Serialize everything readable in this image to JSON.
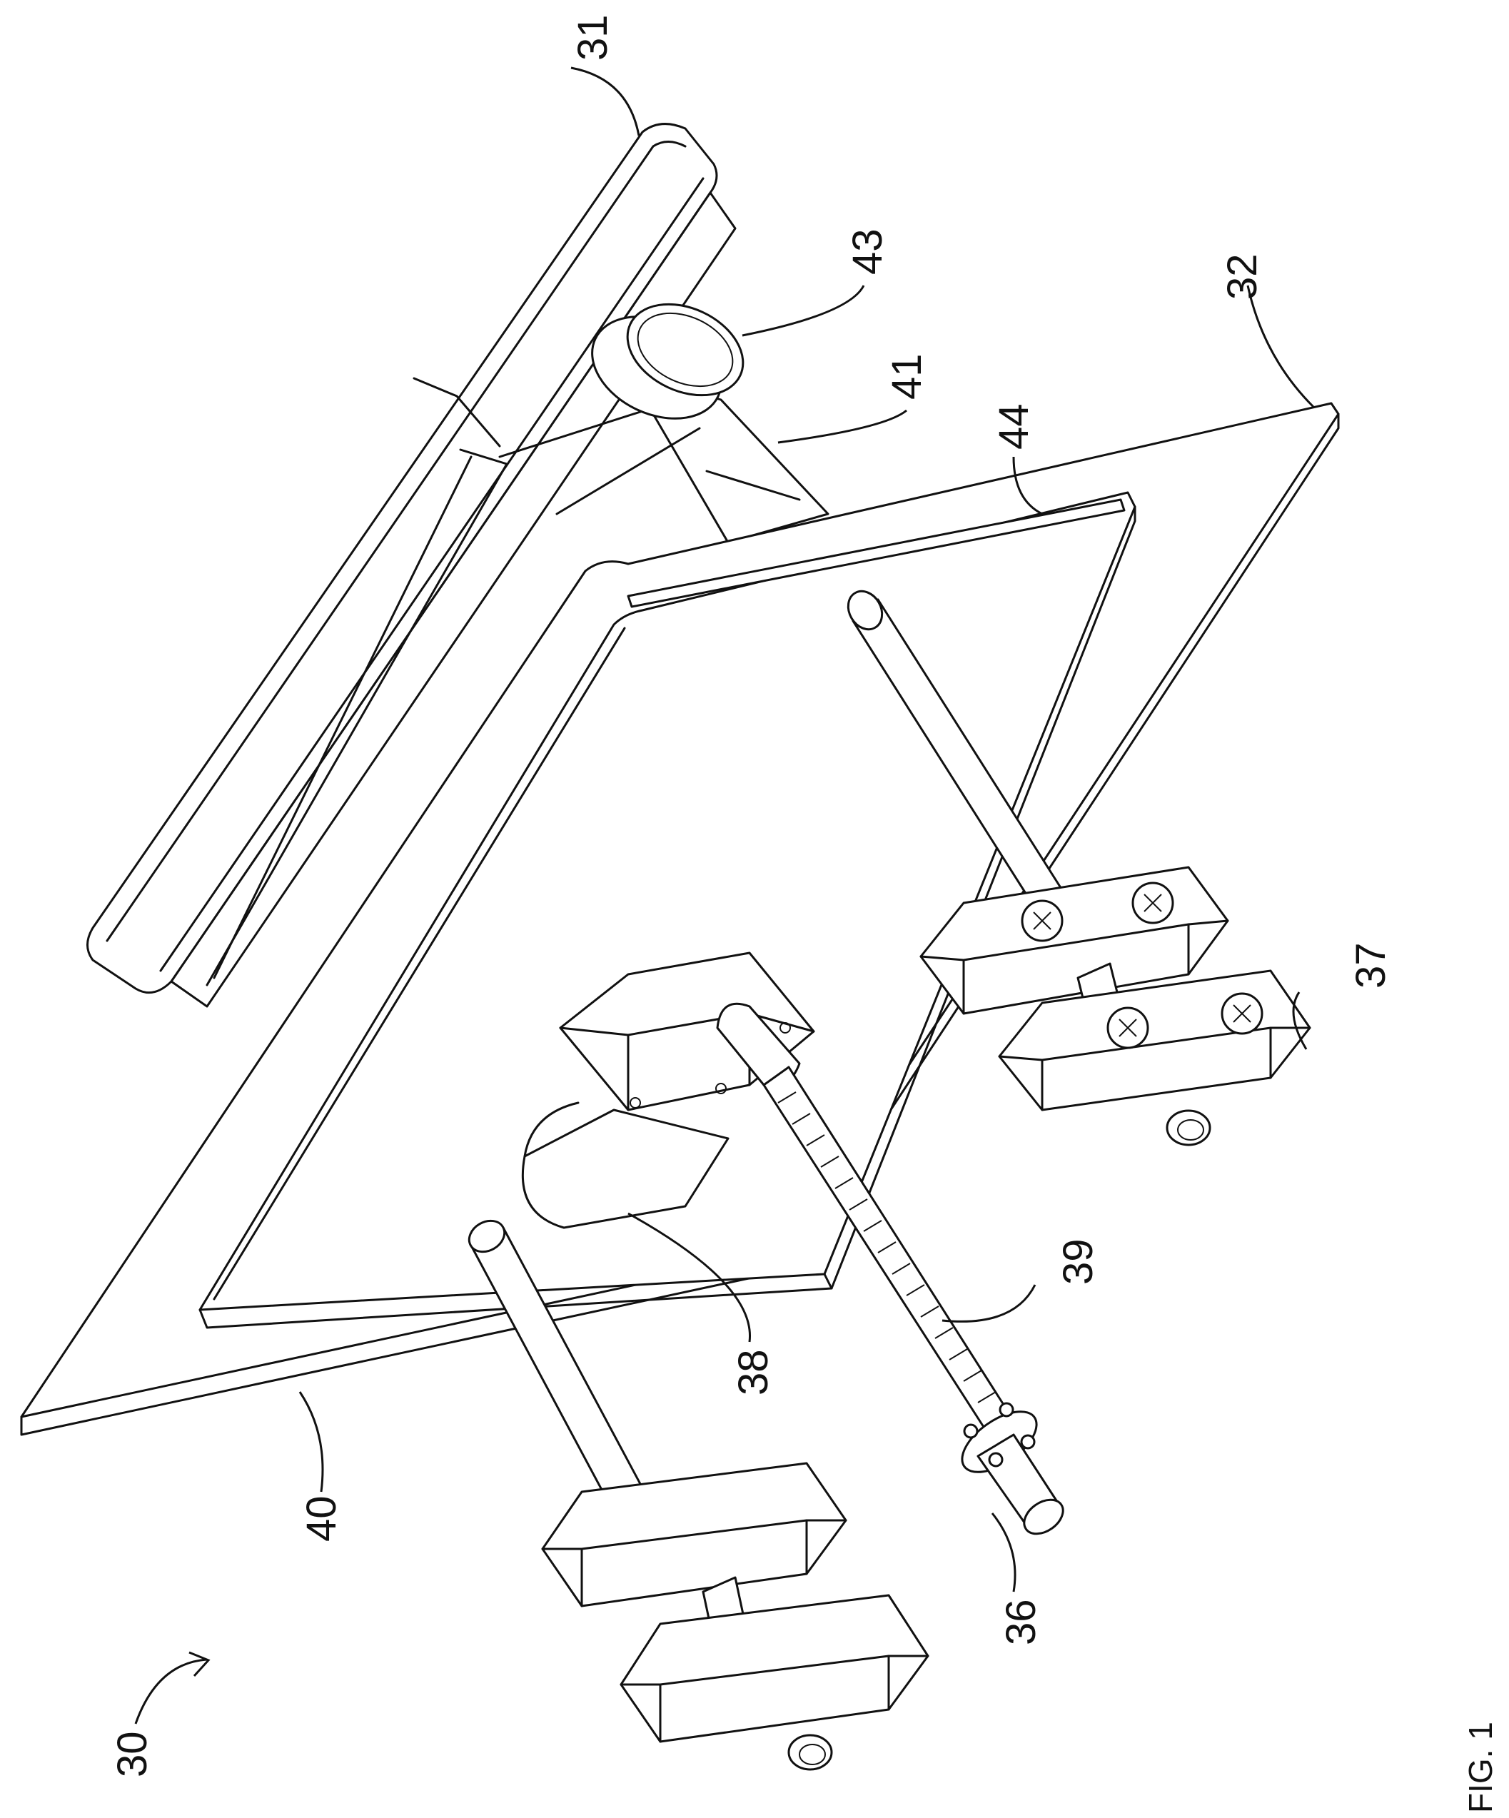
{
  "figure_label": "FIG. 1",
  "reference_numerals": {
    "assembly": "30",
    "display_panel": "31",
    "base_plate": "32",
    "ball_screw_nut": "36",
    "guide_block": "37",
    "motor": "38",
    "ball_screw": "39",
    "carrier_plate": "40",
    "support_arm": "41",
    "knob": "43",
    "slot": "44"
  }
}
